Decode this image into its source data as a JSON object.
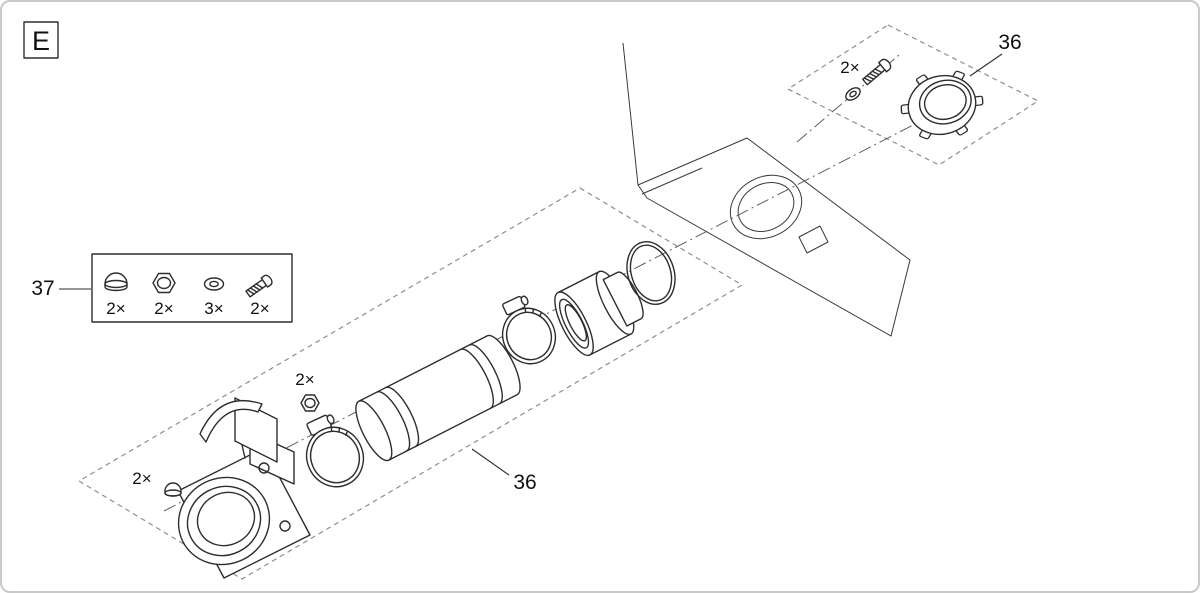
{
  "diagram": {
    "view_label": "E",
    "labels": {
      "part_37": "37",
      "part_36_top": "36",
      "part_36_main": "36"
    },
    "fastener_box": {
      "items": [
        {
          "name": "cap-nut",
          "qty": "2×"
        },
        {
          "name": "lock-nut",
          "qty": "2×"
        },
        {
          "name": "washer",
          "qty": "3×"
        },
        {
          "name": "screw",
          "qty": "2×"
        }
      ]
    },
    "quantities": {
      "assembly_cap_nut": "2×",
      "assembly_lock_nut": "2×",
      "top_screw": "2×"
    },
    "colors": {
      "background": "#ffffff",
      "border": "#c9c9c9",
      "line": "#2d2d2d",
      "thin_line": "#3a3a3a",
      "dashed_frame": "#8f8f8f",
      "centerline": "#5f5f5f",
      "text": "#111111"
    }
  }
}
